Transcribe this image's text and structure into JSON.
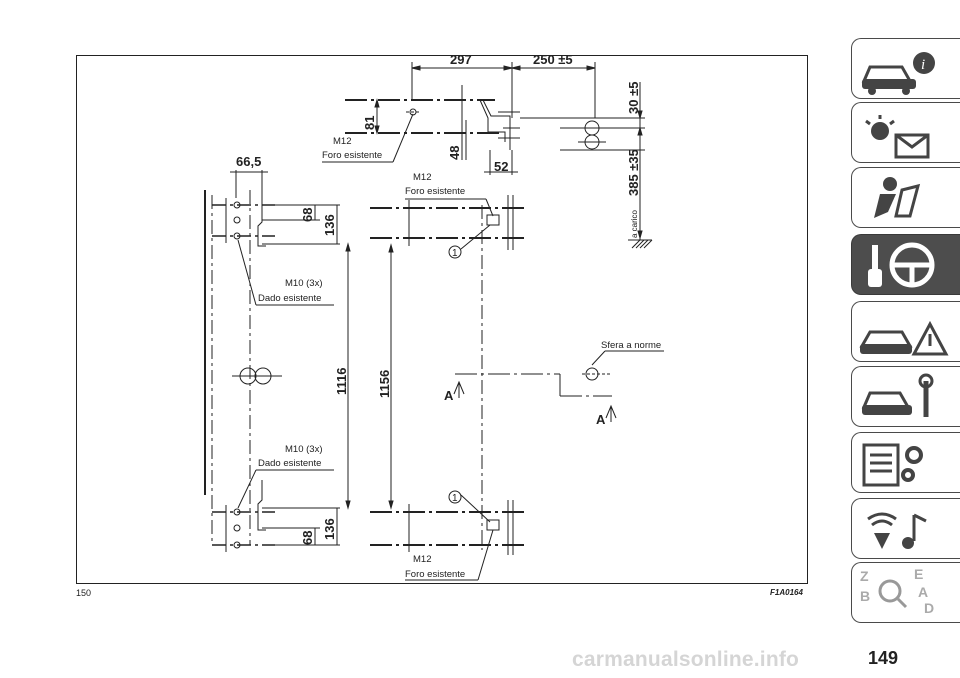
{
  "drawing": {
    "dim_297": "297",
    "dim_250": "250 ±5",
    "dim_30": "30 ±5",
    "dim_385": "385 ±35",
    "dim_81": "81",
    "dim_48": "48",
    "dim_52": "52",
    "dim_66_5": "66,5",
    "dim_68_top": "68",
    "dim_136_top": "136",
    "dim_1116": "1116",
    "dim_1156": "1156",
    "dim_68_bottom": "68",
    "dim_136_bottom": "136",
    "m12_top": "M12",
    "foro_top": "Foro esistente",
    "m12_mid": "M12",
    "foro_mid": "Foro esistente",
    "m12_bottom": "M12",
    "foro_bottom": "Foro esistente",
    "m10_top": "M10 (3x)",
    "dado_top": "Dado esistente",
    "m10_bottom": "M10 (3x)",
    "dado_bottom": "Dado esistente",
    "sfera": "Sfera a norme",
    "carico": "a carico",
    "section_a_left": "A",
    "section_a_right": "A",
    "callout_top": "1",
    "callout_bottom": "1"
  },
  "footer": {
    "left_text": "150",
    "figure_code": "F1A0164",
    "page_number": "149",
    "watermark": "carmanualsonline.info"
  },
  "sidebar": {
    "tabs": [
      {
        "icon": "car-info-icon"
      },
      {
        "icon": "dashboard-warning-icon"
      },
      {
        "icon": "seat-airbag-icon"
      },
      {
        "icon": "key-steering-wheel-icon",
        "active": true
      },
      {
        "icon": "car-warning-triangle-icon"
      },
      {
        "icon": "car-wrench-icon"
      },
      {
        "icon": "list-gears-icon"
      },
      {
        "icon": "audio-music-icon"
      },
      {
        "icon": "alphabet-index-icon"
      }
    ]
  },
  "colors": {
    "active_tab": "#4d4d4d",
    "line": "#222222",
    "watermark": "#d5d5d5"
  }
}
